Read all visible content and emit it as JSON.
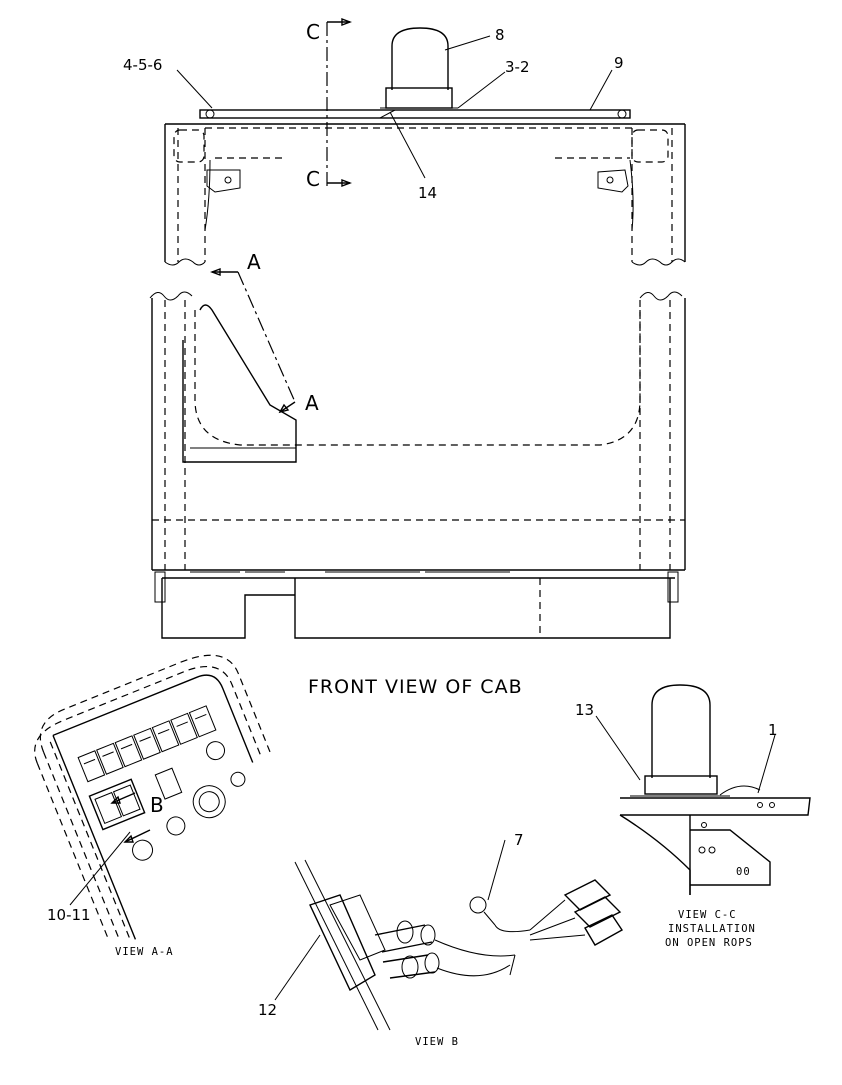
{
  "front_view": {
    "title": "FRONT VIEW OF CAB",
    "section_mark_c": "C",
    "section_mark_a": "A",
    "callouts": {
      "beacon": "8",
      "fasteners": "4-5-6",
      "mount": "3-2",
      "bracket": "9",
      "harness_clip": "14"
    }
  },
  "view_a_a": {
    "title": "VIEW  A-A",
    "detail_mark": "B",
    "callouts": {
      "switch": "10-11"
    }
  },
  "view_b": {
    "title": "VIEW  B",
    "callouts": {
      "connector": "7",
      "panel": "12"
    }
  },
  "view_c_c": {
    "title_line1": "VIEW  C-C",
    "title_line2": "INSTALLATION",
    "title_line3": "ON OPEN ROPS",
    "callouts": {
      "gasket": "13",
      "plate": "1"
    }
  }
}
